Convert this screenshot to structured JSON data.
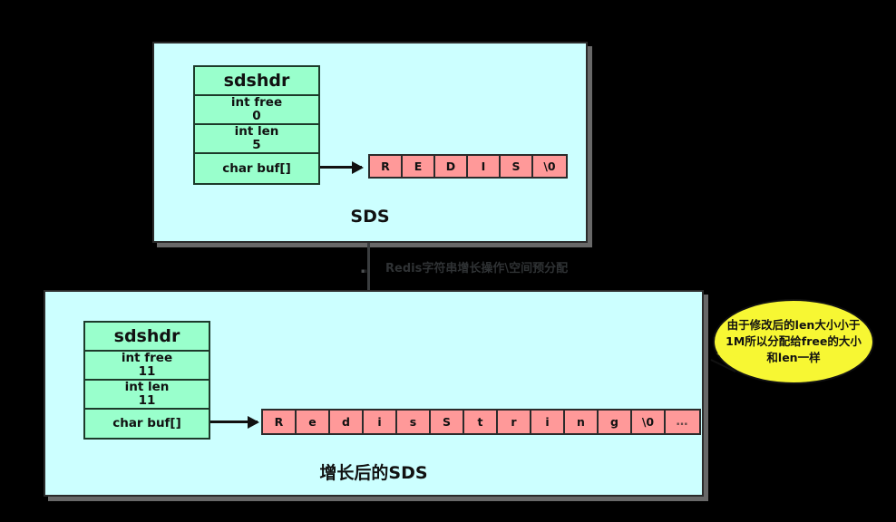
{
  "diagram": {
    "title_flow_label": "Redis字符串增长操作\\空间预分配",
    "colors": {
      "panel_bg": "#CCFFFF",
      "struct_bg": "#99FFCC",
      "cell_bg": "#FF9999",
      "callout_bg": "#F7F733",
      "border": "#2b2b2b",
      "background": "#000000"
    }
  },
  "top_panel": {
    "caption": "SDS",
    "struct": {
      "title": "sdshdr",
      "fields": [
        {
          "name": "int free",
          "value": "0"
        },
        {
          "name": "int len",
          "value": "5"
        }
      ],
      "buf_label": "char buf[]"
    },
    "buffer_cells": [
      "R",
      "E",
      "D",
      "I",
      "S",
      "\\0"
    ]
  },
  "bottom_panel": {
    "caption": "增长后的SDS",
    "struct": {
      "title": "sdshdr",
      "fields": [
        {
          "name": "int free",
          "value": "11"
        },
        {
          "name": "int len",
          "value": "11"
        }
      ],
      "buf_label": "char buf[]"
    },
    "buffer_cells": [
      "R",
      "e",
      "d",
      "i",
      "s",
      "S",
      "t",
      "r",
      "i",
      "n",
      "g",
      "\\0",
      "…"
    ]
  },
  "callout": {
    "text": "由于修改后的len大小小于1M所以分配给free的大小和len一样"
  }
}
